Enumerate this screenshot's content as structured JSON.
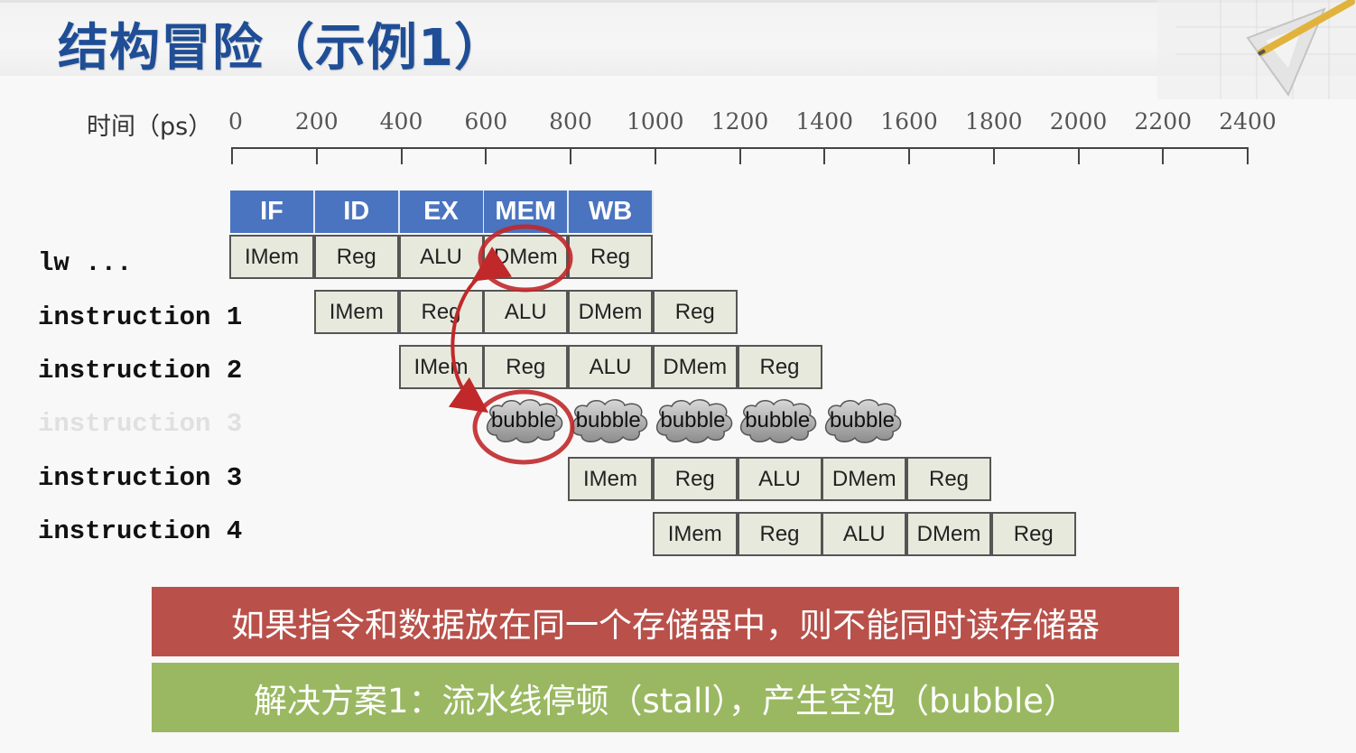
{
  "header": {
    "title": "结构冒险（示例1）"
  },
  "axis": {
    "label": "时间（ps）",
    "ticks": [
      "0",
      "200",
      "400",
      "600",
      "800",
      "1000",
      "1200",
      "1400",
      "1600",
      "1800",
      "2000",
      "2200",
      "2400"
    ]
  },
  "stages": [
    "IF",
    "ID",
    "EX",
    "MEM",
    "WB"
  ],
  "rows": [
    {
      "label": "lw ...",
      "cells": [
        "IMem",
        "Reg",
        "ALU",
        "DMem",
        "Reg"
      ]
    },
    {
      "label": "instruction 1",
      "cells": [
        "IMem",
        "Reg",
        "ALU",
        "DMem",
        "Reg"
      ]
    },
    {
      "label": "instruction 2",
      "cells": [
        "IMem",
        "Reg",
        "ALU",
        "DMem",
        "Reg"
      ]
    },
    {
      "label": "instruction 3",
      "faded": true
    },
    {
      "label": "instruction 3",
      "cells": [
        "IMem",
        "Reg",
        "ALU",
        "DMem",
        "Reg"
      ]
    },
    {
      "label": "instruction 4",
      "cells": [
        "IMem",
        "Reg",
        "ALU",
        "DMem",
        "Reg"
      ]
    }
  ],
  "bubbles": [
    "bubble",
    "bubble",
    "bubble",
    "bubble",
    "bubble"
  ],
  "banners": {
    "problem": "如果指令和数据放在同一个存储器中，则不能同时读存储器",
    "solution": "解决方案1：流水线停顿（stall），产生空泡（bubble）"
  },
  "colors": {
    "title": "#1f4e96",
    "stage_header": "#4a74c0",
    "cell_bg": "#e8e9dd",
    "highlight": "#c0282a",
    "problem_banner": "#b9504a",
    "solution_banner": "#9ab861"
  }
}
